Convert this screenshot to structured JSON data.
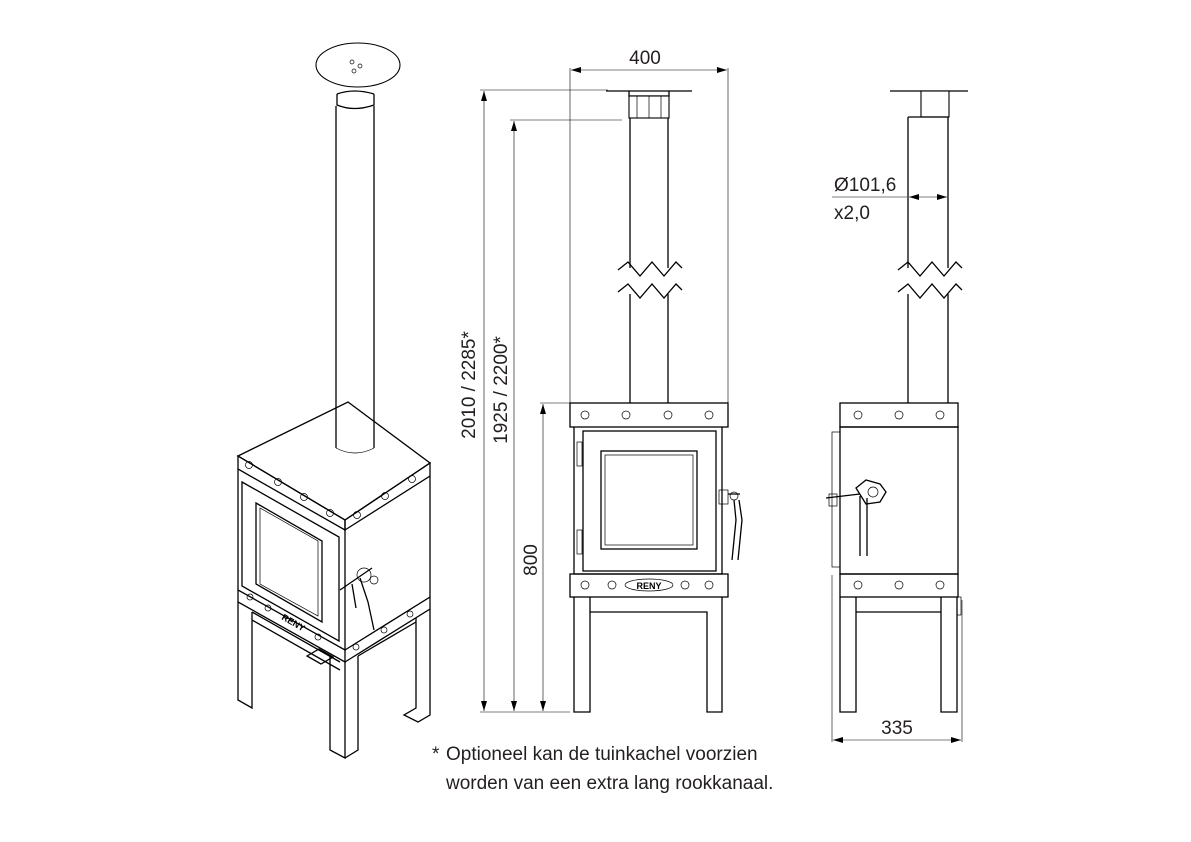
{
  "dimensions": {
    "width": "400",
    "depth": "335",
    "height_total": "2010 / 2285*",
    "height_flue": "1925 / 2200*",
    "height_body": "800",
    "pipe_diameter": "Ø101,6",
    "pipe_wall": "x2,0"
  },
  "brand_logo": "RENY",
  "footnote": {
    "star": "*",
    "line1": "Optioneel kan de tuinkachel voorzien",
    "line2": "worden van een extra lang rookkanaal."
  }
}
